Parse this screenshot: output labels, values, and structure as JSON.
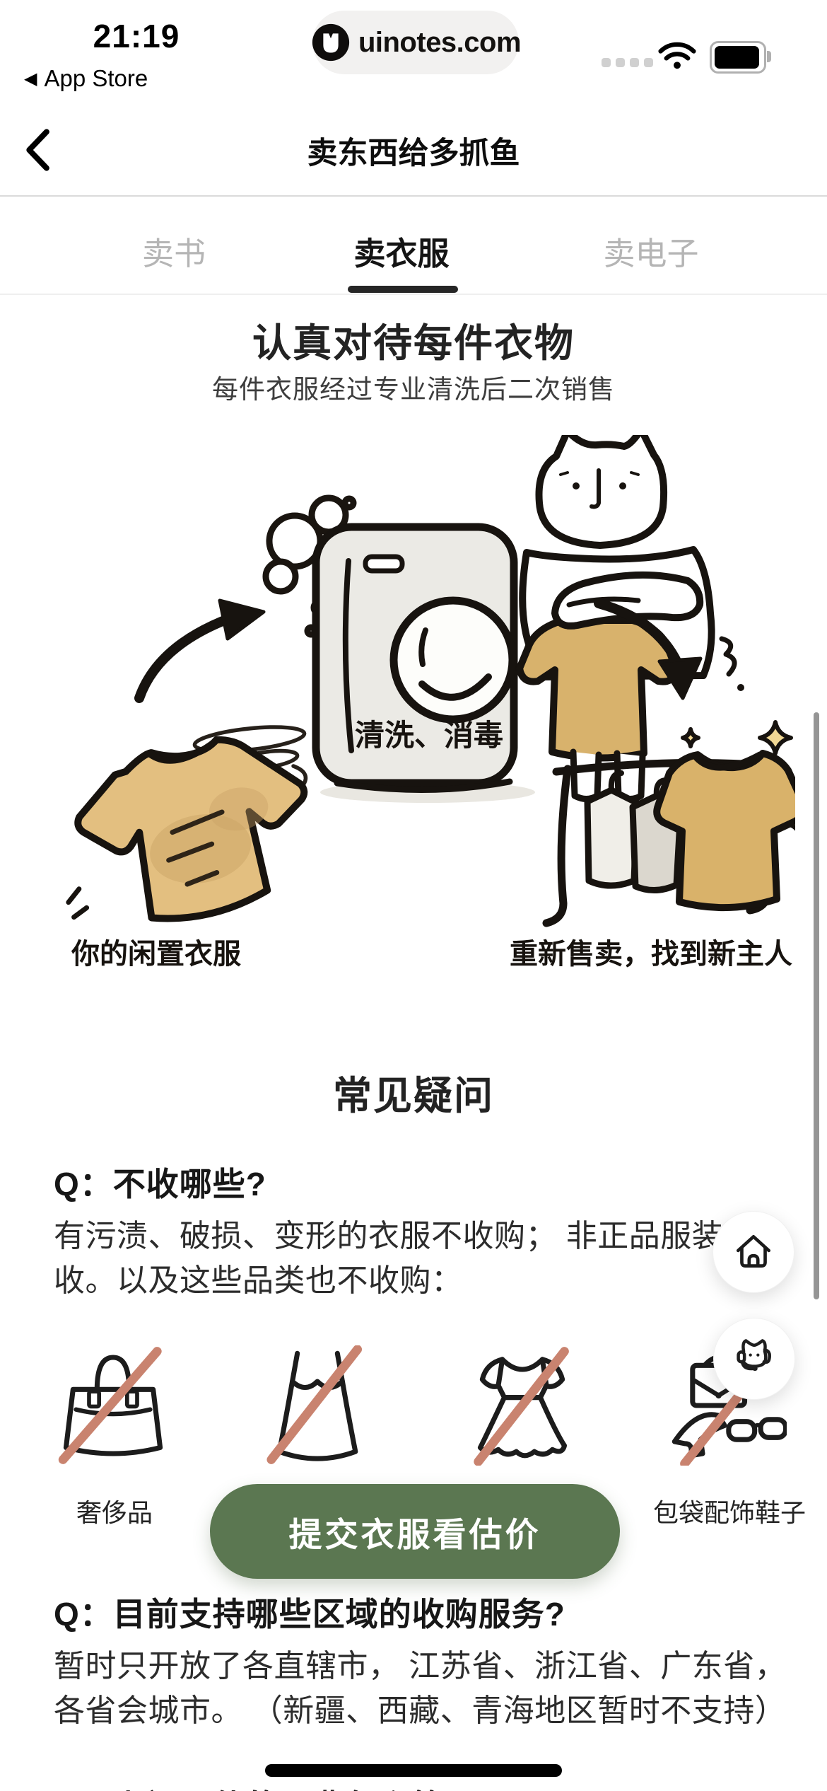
{
  "status_bar": {
    "time": "21:19",
    "back_to_app": "App Store",
    "back_triangle": "◀",
    "center_pill": "uinotes.com",
    "signal_dots": 4,
    "battery_percent": 85
  },
  "nav": {
    "title": "卖东西给多抓鱼"
  },
  "tabs": [
    {
      "label": "卖书",
      "active": false
    },
    {
      "label": "卖衣服",
      "active": true
    },
    {
      "label": "卖电子",
      "active": false
    }
  ],
  "hero": {
    "title": "认真对待每件衣物",
    "subtitle": "每件衣服经过专业清洗后二次销售",
    "illustration": {
      "step_process": "清洗、消毒",
      "step_source": "你的闲置衣服",
      "step_result": "重新售卖，找到新主人"
    }
  },
  "faq": {
    "heading": "常见疑问",
    "items": [
      {
        "question": "Q：不收哪些?",
        "answer": "有污渍、破损、变形的衣服不收购； 非正品服装不\n收。以及这些品类也不收购："
      },
      {
        "question": "Q：目前支持哪些区域的收购服务?",
        "answer": "暂时只开放了各直辖市， 江苏省、浙江省、广东省，\n各省会城市。 （新疆、西藏、青海地区暂时不支持）"
      },
      {
        "question": "Q：上门取件的运费怎么算?",
        "answer": ""
      }
    ],
    "rejected_categories": [
      {
        "label": "奢侈品",
        "icon": "handbag-icon"
      },
      {
        "label": "",
        "icon": "slip-dress-icon"
      },
      {
        "label": "",
        "icon": "dress-icon"
      },
      {
        "label": "包袋配饰鞋子",
        "icon": "bags-heels-sunglasses-icon"
      }
    ]
  },
  "cta": {
    "label": "提交衣服看估价"
  },
  "floating_buttons": [
    {
      "icon": "home-icon"
    },
    {
      "icon": "customer-service-icon"
    }
  ],
  "colors": {
    "accent_green": "#5b7751",
    "slash_salmon": "#c9836f",
    "shirt_tan": "#dcb273",
    "tab_inactive": "#b5b5b5",
    "scrollbar_gray": "#8a8a8a"
  }
}
